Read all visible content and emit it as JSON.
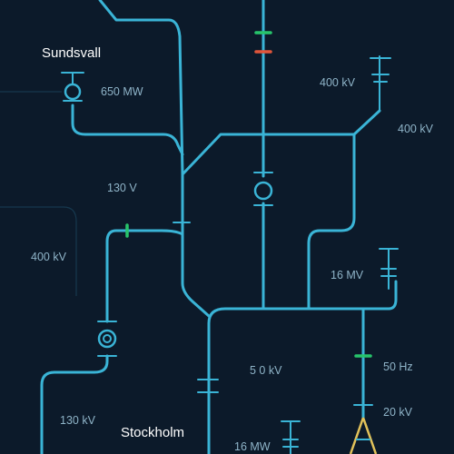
{
  "cities": {
    "north": "Sundsvall",
    "south": "Stockholm"
  },
  "labels": {
    "l650": "650 MW",
    "l400a": "400 kV",
    "l400b": "400 kV",
    "l130a": "130 V",
    "l400c": "400 kV",
    "l16mv": "16 MV",
    "l50kv": "5 0 kV",
    "l50hz": "50 Hz",
    "l130b": "130 kV",
    "l20kv": "20 kV",
    "l16mw": "16 MW"
  },
  "colors": {
    "background": "#0c1a2a",
    "line": "#3ab4d6",
    "breaker_closed": "#27c46b",
    "breaker_open": "#e0553a",
    "generator": "#e2c25a",
    "text_city": "#ffffff",
    "text_label": "#8fb4c8"
  },
  "icons": [
    "generator-symbol",
    "transformer-symbol",
    "breaker-closed",
    "breaker-open"
  ]
}
